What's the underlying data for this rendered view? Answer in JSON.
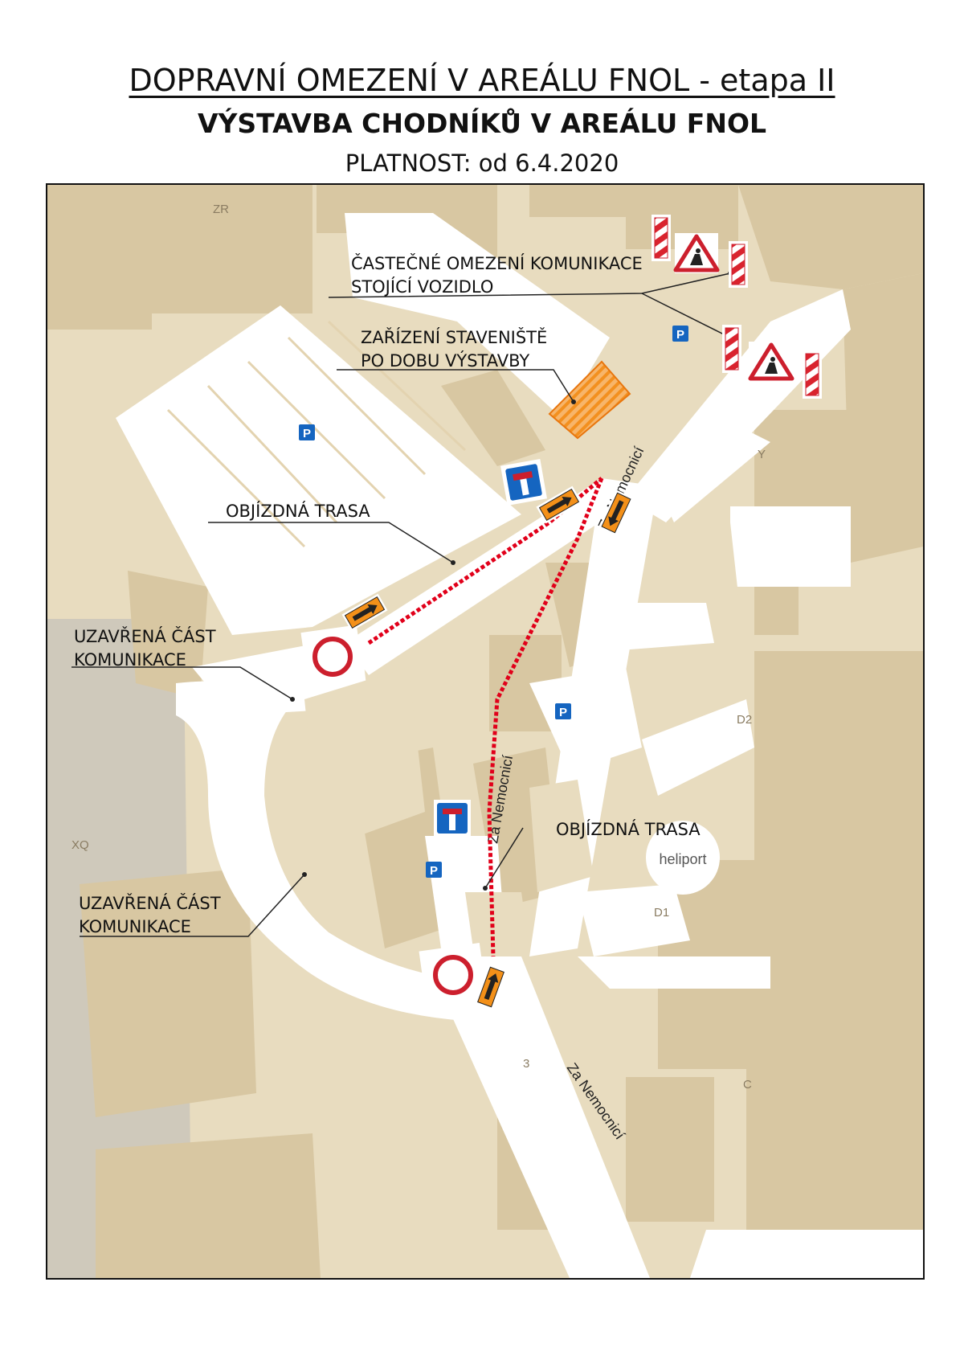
{
  "header": {
    "title": "DOPRAVNÍ OMEZENÍ V AREÁLU FNOL - etapa II",
    "subtitle": "VÝSTAVBA CHODNÍKŮ V AREÁLU FNOL",
    "validity": "PLATNOST: od 6.4.2020"
  },
  "map": {
    "buildings": [
      "ZR",
      "Y",
      "D2",
      "XQ",
      "D1",
      "C",
      "3"
    ],
    "heliport": "heliport",
    "street_names": [
      "Za Nemocnicí",
      "Za Nemocnicí",
      "Za Nemocnicí"
    ],
    "parking_symbol": "P",
    "annotations": {
      "partial_closure": [
        "ČASTEČNÉ OMEZENÍ KOMUNIKACE",
        "STOJÍCÍ VOZIDLO"
      ],
      "site_facility": [
        "ZAŘÍZENÍ STAVENIŠTĚ",
        "PO DOBU VÝSTAVBY"
      ],
      "detour_1": "OBJÍZDNÁ TRASA",
      "detour_2": "OBJÍZDNÁ TRASA",
      "closed_1": [
        "UZAVŘENÁ ČÁST",
        "KOMUNIKACE"
      ],
      "closed_2": [
        "UZAVŘENÁ ČÁST",
        "KOMUNIKACE"
      ]
    },
    "colors": {
      "road": "#ffffff",
      "ground": "#e6d8b9",
      "building": "#d9c8a4",
      "detour": "#e1001a",
      "arrow_sign": "#f39019",
      "no_entry": "#cc1f2d",
      "parking": "#1565c0"
    },
    "icons": [
      "no-vehicles-sign-icon",
      "roadworks-sign-icon",
      "barrier-beacon-icon",
      "dead-end-sign-icon",
      "direction-arrow-icon",
      "parking-sign-icon"
    ]
  }
}
